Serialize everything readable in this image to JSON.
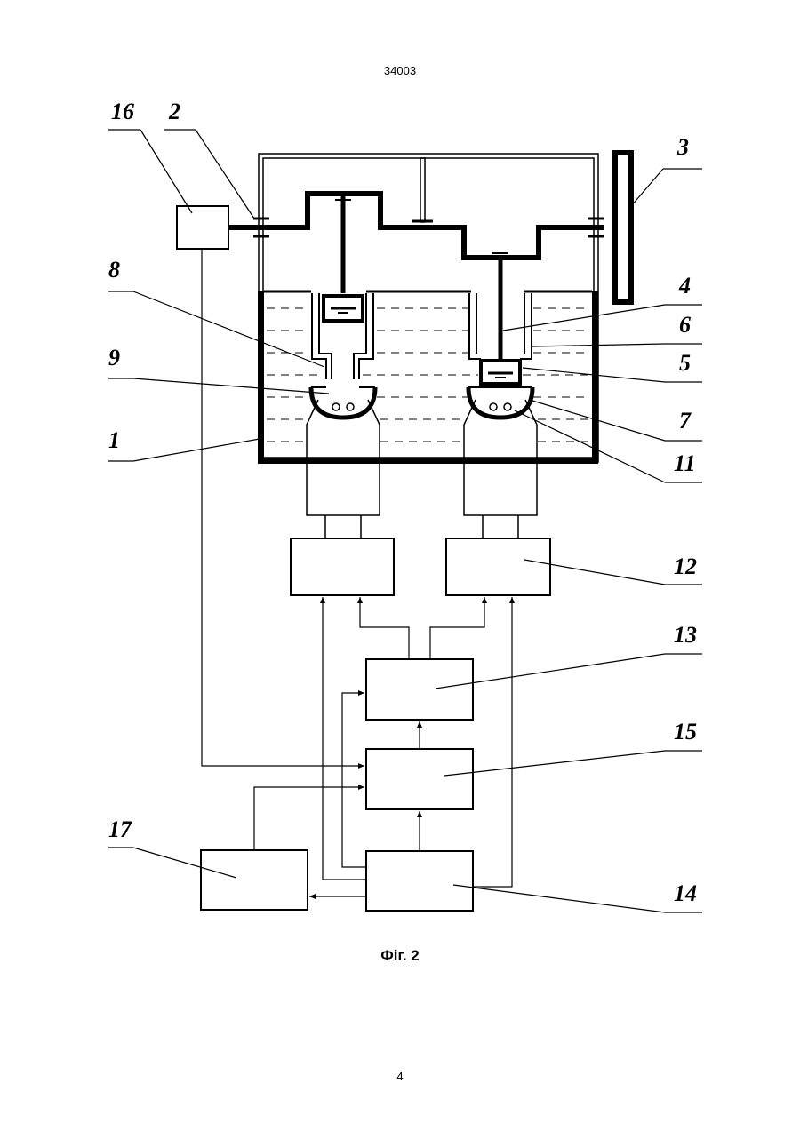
{
  "page": {
    "header": "34003",
    "caption": "Фіг. 2",
    "page_number": "4"
  },
  "diagram": {
    "labels": {
      "l1": "1",
      "l2": "2",
      "l3": "3",
      "l4": "4",
      "l5": "5",
      "l6": "6",
      "l7": "7",
      "l8": "8",
      "l9": "9",
      "l11": "11",
      "l12": "12",
      "l13": "13",
      "l14": "14",
      "l15": "15",
      "l16": "16",
      "l17": "17"
    }
  }
}
